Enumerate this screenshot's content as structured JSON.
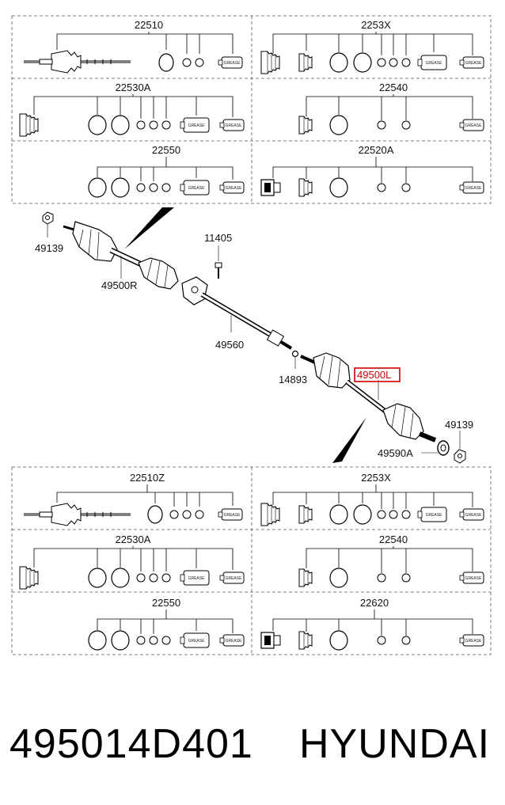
{
  "kits_top": {
    "left": [
      "22510",
      "22530A",
      "22550"
    ],
    "right": [
      "2253X",
      "22540",
      "22520A"
    ]
  },
  "kits_bottom": {
    "left": [
      "22510Z",
      "22530A",
      "22550"
    ],
    "right": [
      "2253X",
      "22540",
      "22620"
    ]
  },
  "grease_label": "GREASE",
  "callouts": {
    "nut_left": "49139",
    "shaft_right": "49500R",
    "bolt": "11405",
    "intermediate_shaft": "49560",
    "circlip": "14893",
    "shaft_left": "49500L",
    "nut_right": "49139",
    "tone_ring": "49590A"
  },
  "highlight_color": "#d00000",
  "caption": {
    "part_number": "495014D401",
    "brand": "HYUNDAI"
  }
}
